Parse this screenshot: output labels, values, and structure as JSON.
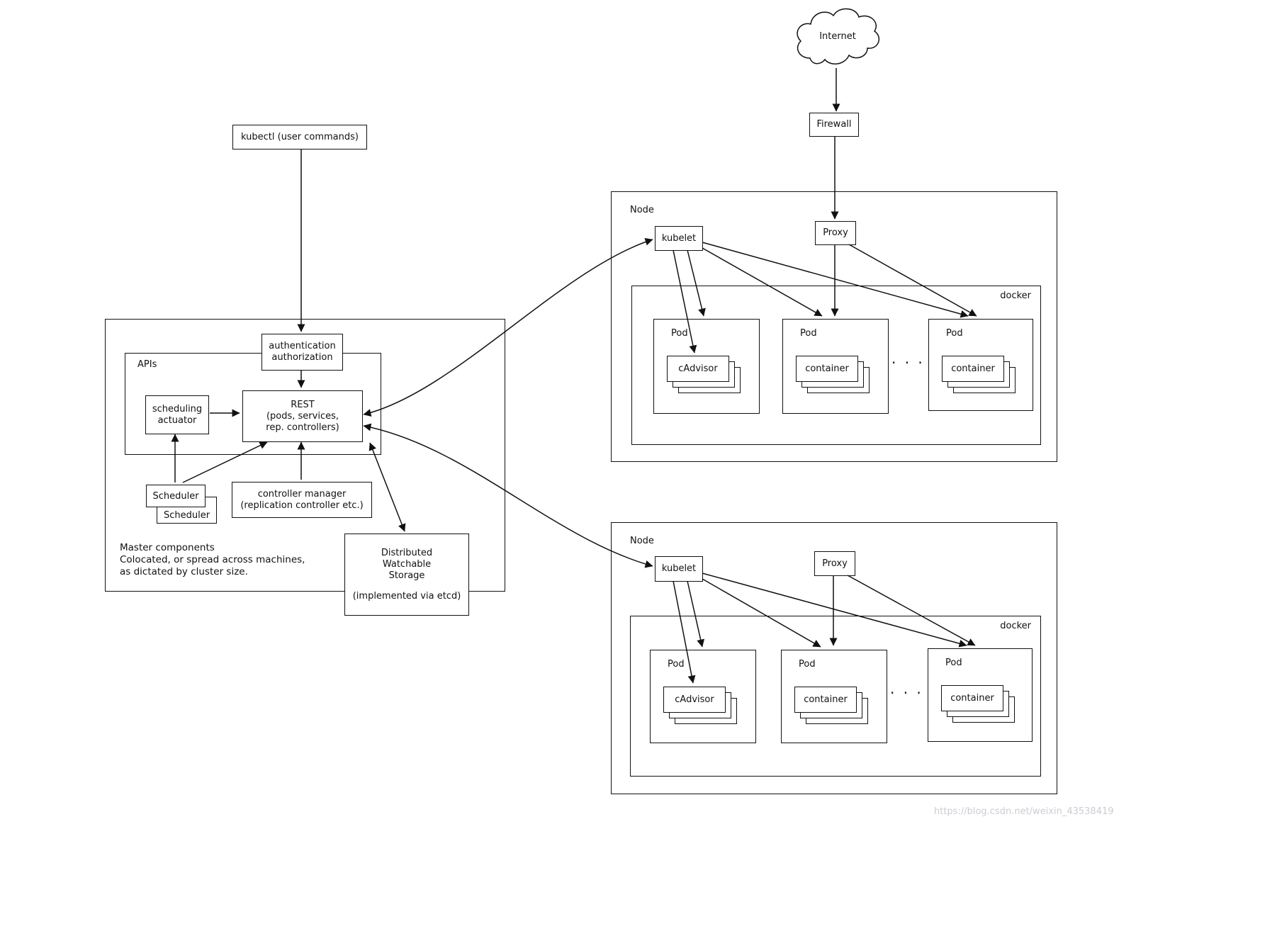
{
  "colors": {
    "line": "#111111",
    "box_bg": "#ffffff",
    "watermark": "#c9cdd4"
  },
  "internet": {
    "label": "Internet"
  },
  "firewall": {
    "label": "Firewall"
  },
  "kubectl": {
    "label": "kubectl (user commands)"
  },
  "master": {
    "apis_label": "APIs",
    "auth": {
      "line1": "authentication",
      "line2": "authorization"
    },
    "actuator": {
      "line1": "scheduling",
      "line2": "actuator"
    },
    "rest": {
      "line1": "REST",
      "line2": "(pods, services,",
      "line3": "rep. controllers)"
    },
    "scheduler": {
      "front": "Scheduler",
      "back": "Scheduler"
    },
    "controller_manager": {
      "line1": "controller manager",
      "line2": "(replication controller etc.)"
    },
    "storage": {
      "line1": "Distributed",
      "line2": "Watchable",
      "line3": "Storage",
      "line4": "(implemented via etcd)"
    },
    "note": {
      "line1": "Master components",
      "line2": "Colocated, or spread across machines,",
      "line3": "as dictated by cluster size."
    }
  },
  "nodes": [
    {
      "label": "Node",
      "kubelet": "kubelet",
      "proxy": "Proxy",
      "docker_label": "docker",
      "ellipsis": "· · ·",
      "pods": [
        {
          "label": "Pod",
          "box": "cAdvisor"
        },
        {
          "label": "Pod",
          "box": "container"
        },
        {
          "label": "Pod",
          "box": "container"
        }
      ]
    },
    {
      "label": "Node",
      "kubelet": "kubelet",
      "proxy": "Proxy",
      "docker_label": "docker",
      "ellipsis": "· · ·",
      "pods": [
        {
          "label": "Pod",
          "box": "cAdvisor"
        },
        {
          "label": "Pod",
          "box": "container"
        },
        {
          "label": "Pod",
          "box": "container"
        }
      ]
    }
  ],
  "watermark": "https://blog.csdn.net/weixin_43538419"
}
